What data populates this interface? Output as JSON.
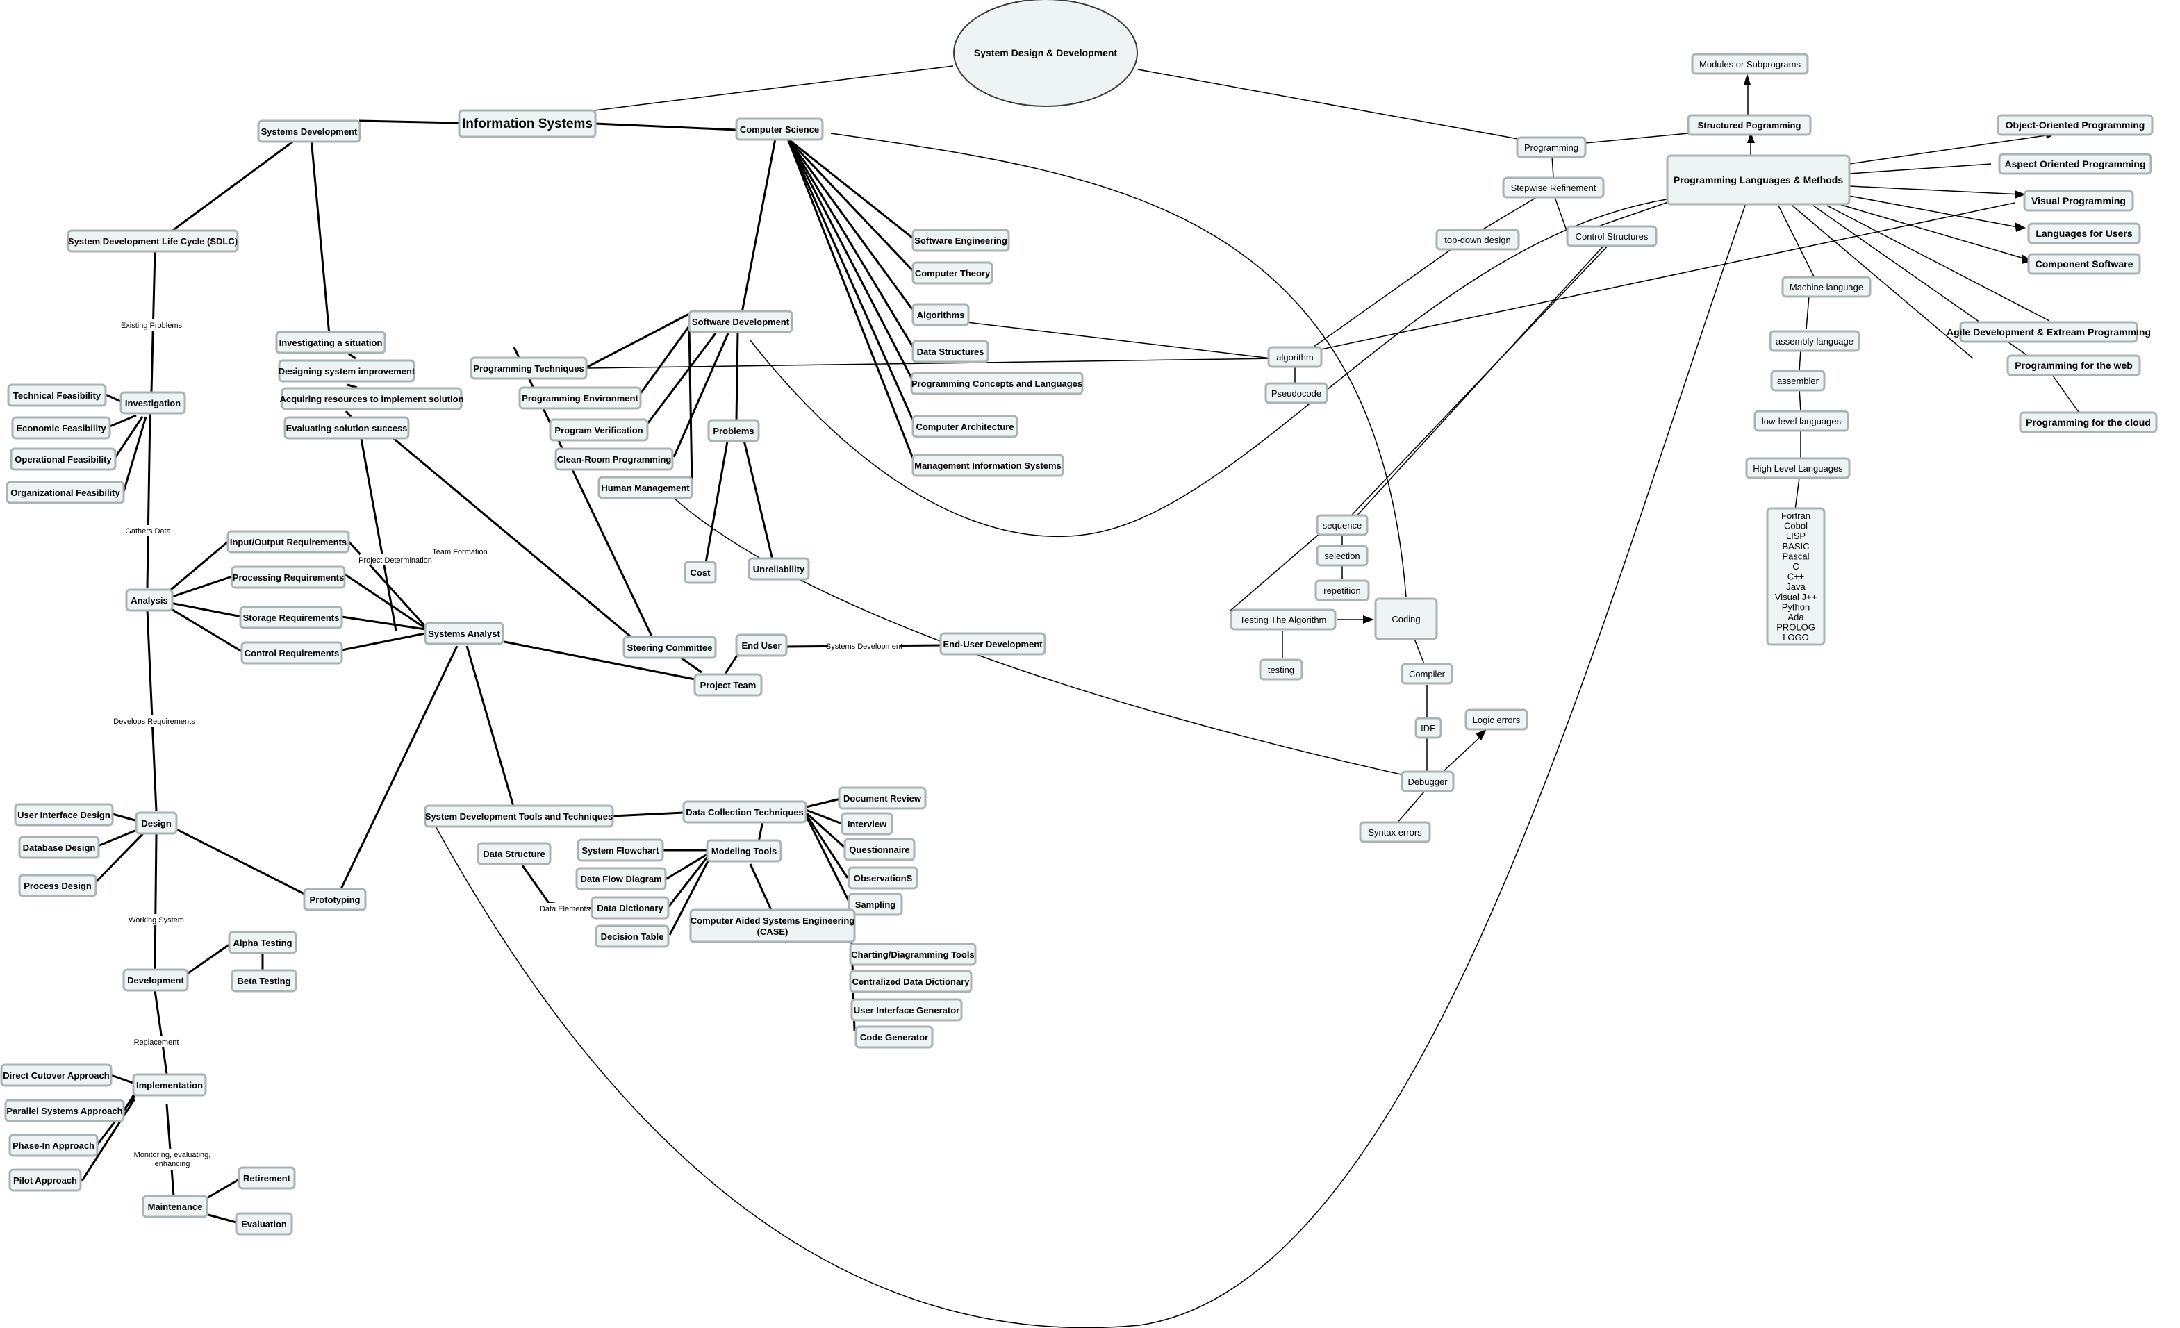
{
  "diagram": {
    "root": "System Design & Development",
    "nodes": {
      "info_systems": "Information Systems",
      "systems_development": "Systems Development",
      "computer_science": "Computer Science",
      "sdlc": "System Development Life Cycle (SDLC)",
      "investigation": "Investigation",
      "technical_feasibility": "Technical Feasibility",
      "economic_feasibility": "Economic Feasibility",
      "operational_feasibility": "Operational Feasibility",
      "organizational_feasibility": "Organizational Feasibility",
      "analysis": "Analysis",
      "design": "Design",
      "ui_design": "User Interface Design",
      "database_design": "Database Design",
      "process_design": "Process Design",
      "development": "Development",
      "alpha_testing": "Alpha Testing",
      "beta_testing": "Beta Testing",
      "implementation": "Implementation",
      "direct_cutover": "Direct Cutover Approach",
      "parallel_systems": "Parallel Systems Approach",
      "phase_in": "Phase-In Approach",
      "pilot": "Pilot Approach",
      "maintenance": "Maintenance",
      "retirement": "Retirement",
      "evaluation": "Evaluation",
      "investigating": "Investigating a situation",
      "designing_improvement": "Designing system improvement",
      "acquiring_resources": "Acquiring resources to implement solution",
      "evaluating_success": "Evaluating solution success",
      "io_requirements": "Input/Output Requirements",
      "processing_requirements": "Processing Requirements",
      "storage_requirements": "Storage Requirements",
      "control_requirements": "Control Requirements",
      "systems_analyst": "Systems Analyst",
      "steering_committee": "Steering Committee",
      "project_team": "Project Team",
      "end_user": "End User",
      "end_user_development": "End-User Development",
      "prototyping": "Prototyping",
      "sdt": "System Development Tools and Techniques",
      "data_collection": "Data Collection Techniques",
      "document_review": "Document Review",
      "interview": "Interview",
      "questionnaire": "Questionnaire",
      "observations": "ObservationS",
      "sampling": "Sampling",
      "modeling_tools": "Modeling Tools",
      "data_structure": "Data Structure",
      "system_flowchart": "System Flowchart",
      "data_flow_diagram": "Data Flow Diagram",
      "data_dictionary": "Data Dictionary",
      "decision_table": "Decision Table",
      "case_line1": "Computer Aided Systems Engineering",
      "case_line2": "(CASE)",
      "charting_tools": "Charting/Diagramming Tools",
      "centralized_dd": "Centralized Data Dictionary",
      "ui_generator": "User Interface Generator",
      "code_generator": "Code Generator",
      "software_development": "Software Development",
      "programming_techniques": "Programming Techniques",
      "programming_environment": "Programming Environment",
      "program_verification": "Program Verification",
      "clean_room": "Clean-Room Programming",
      "human_management": "Human Management",
      "problems": "Problems",
      "cost": "Cost",
      "unreliability": "Unreliability",
      "software_engineering": "Software Engineering",
      "computer_theory": "Computer Theory",
      "algorithms": "Algorithms",
      "data_structures": "Data Structures",
      "programming_concepts": "Programming Concepts and Languages",
      "computer_architecture": "Computer Architecture",
      "mis": "Management Information Systems",
      "algorithm": "algorithm",
      "pseudocode": "Pseudocode",
      "programming": "Programming",
      "stepwise_refinement": "Stepwise Refinement",
      "top_down": "top-down design",
      "control_structures": "Control Structures",
      "sequence": "sequence",
      "selection": "selection",
      "repetition": "repetition",
      "testing_algorithm": "Testing The Algorithm",
      "testing": "testing",
      "coding": "Coding",
      "compiler": "Compiler",
      "ide": "IDE",
      "debugger": "Debugger",
      "logic_errors": "Logic errors",
      "syntax_errors": "Syntax errors",
      "modules": "Modules or Subprograms",
      "structured_programming": "Structured Pogramming",
      "plm": "Programming Languages & Methods",
      "oop": "Object-Oriented Programming",
      "aop": "Aspect Oriented Programming",
      "visual_programming": "Visual Programming",
      "languages_for_users": "Languages for Users",
      "component_software": "Component Software",
      "agile": "Agile Development & Extream Programming",
      "programming_web": "Programming for the web",
      "programming_cloud": "Programming for the cloud",
      "machine_language": "Machine language",
      "assembly_language": "assembly language",
      "assembler": "assembler",
      "low_level": "low-level languages",
      "high_level": "High Level Languages",
      "hll_list": [
        "Fortran",
        "Cobol",
        "LISP",
        "BASIC",
        "Pascal",
        "C",
        "C++",
        "Java",
        "Visual J++",
        "Python",
        "Ada",
        "PROLOG",
        "LOGO"
      ]
    },
    "edge_labels": {
      "existing_problems": "Existing Problems",
      "gathers_data": "Gathers Data",
      "develops_requirements": "Develops Requirements",
      "working_system": "Working System",
      "replacement": "Replacement",
      "monitoring_line1": "Monitoring, evaluating,",
      "monitoring_line2": "enhancing",
      "project_determination": "Project Determination",
      "team_formation": "Team Formation",
      "systems_development": "Systems Development",
      "data_elements": "Data Elements"
    }
  }
}
